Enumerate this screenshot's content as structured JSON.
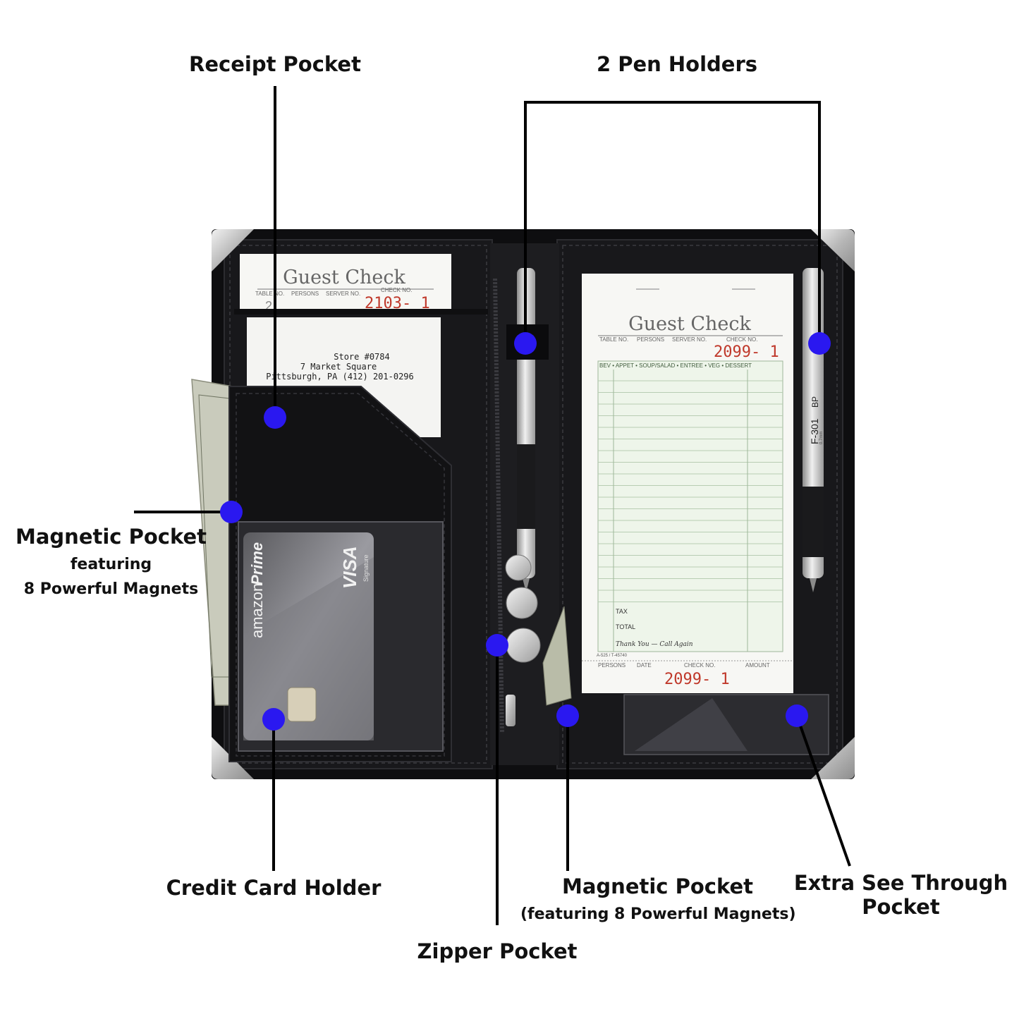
{
  "labels": {
    "receipt_pocket": "Receipt Pocket",
    "pen_holders": "2 Pen Holders",
    "magnetic_pocket_left": "Magnetic Pocket",
    "magnetic_pocket_left_sub1": "featuring",
    "magnetic_pocket_left_sub2": "8 Powerful Magnets",
    "credit_card_holder": "Credit Card Holder",
    "zipper_pocket": "Zipper Pocket",
    "magnetic_pocket_right": "Magnetic Pocket",
    "magnetic_pocket_right_sub": "(featuring 8 Powerful Magnets)",
    "extra_pocket_line1": "Extra See Through",
    "extra_pocket_line2": "Pocket"
  },
  "guest_check_small": {
    "title": "Guest Check",
    "col_table": "TABLE NO.",
    "col_persons": "PERSONS",
    "col_server": "SERVER NO.",
    "col_check": "CHECK NO.",
    "table_value": "2",
    "check_value": "2103- 1"
  },
  "receipt": {
    "line1": "Store #0784",
    "line2": "7 Market Square",
    "line3": "Pittsburgh, PA (412) 201-0296"
  },
  "credit_card": {
    "brand_a": "amazon",
    "brand_b": "Prime",
    "network": "VISA",
    "network_sub": "Signature"
  },
  "guest_check_large": {
    "title": "Guest Check",
    "col_table": "TABLE NO.",
    "col_persons": "PERSONS",
    "col_server": "SERVER NO.",
    "col_check": "CHECK NO.",
    "check_value": "2099- 1",
    "categories": "BEV • APPET • SOUP/SALAD • ENTREE • VEG • DESSERT",
    "tax": "TAX",
    "total": "TOTAL",
    "thanks": "Thank You — Call Again",
    "form_code": "A-525 / T-45740",
    "stub_persons": "PERSONS",
    "stub_date": "DATE",
    "stub_check": "CHECK NO.",
    "stub_amount": "AMOUNT",
    "stub_check_value": "2099- 1"
  },
  "pen_right": {
    "model": "F-301",
    "badge": "BP",
    "size": "0.7mm"
  },
  "colors": {
    "marker": "#2a18f0",
    "wallet": "#151517",
    "line": "#000000",
    "check_number": "#c0392b",
    "check_paper": "#eef5ea"
  }
}
